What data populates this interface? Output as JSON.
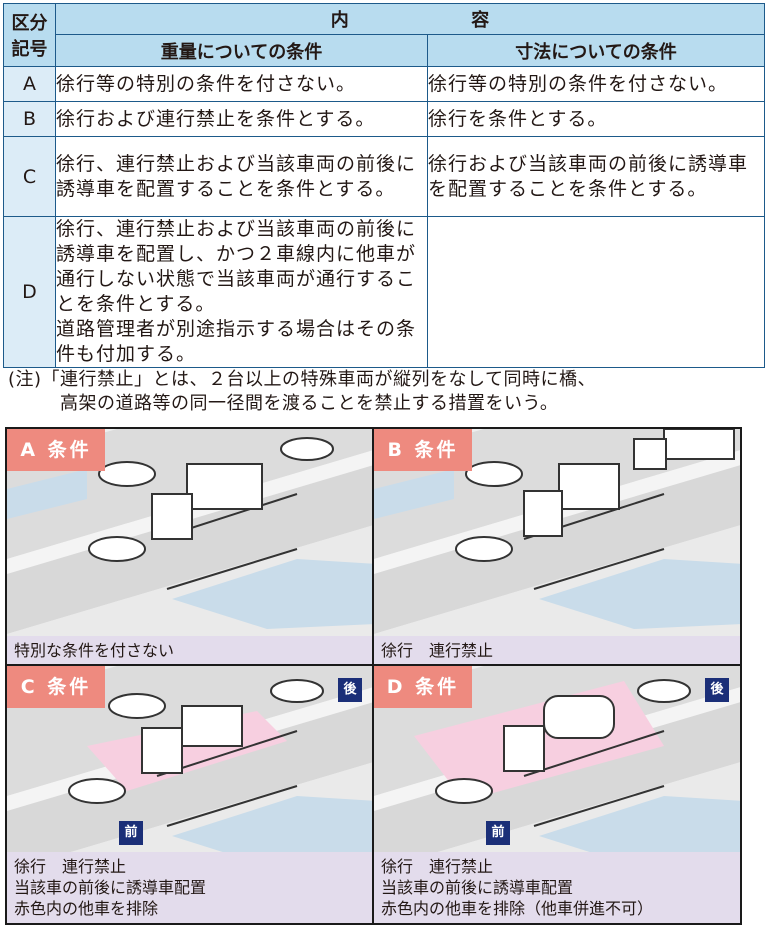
{
  "table": {
    "header_kubun": "区分",
    "header_kigo": "記号",
    "header_naiyou_1": "内",
    "header_naiyou_2": "容",
    "header_weight": "重量についての条件",
    "header_dimension": "寸法についての条件",
    "rows": [
      {
        "code": "A",
        "weight": "徐行等の特別の条件を付さない。",
        "dimension": "徐行等の特別の条件を付さない。"
      },
      {
        "code": "B",
        "weight": "徐行および連行禁止を条件とする。",
        "dimension": "徐行を条件とする。"
      },
      {
        "code": "C",
        "weight": "徐行、連行禁止および当該車両の前後に誘導車を配置することを条件とする。",
        "dimension": "徐行および当該車両の前後に誘導車を配置することを条件とする。"
      },
      {
        "code": "D",
        "weight": "徐行、連行禁止および当該車両の前後に誘導車を配置し、かつ２車線内に他車が通行しない状態で当該車両が通行することを条件とする。",
        "weight_2": "道路管理者が別途指示する場合はその条件も付加する。",
        "dimension": ""
      }
    ]
  },
  "note": {
    "line1": "(注)「連行禁止」とは、２台以上の特殊車両が縦列をなして同時に橋、",
    "line2": "高架の道路等の同一径間を渡ることを禁止する措置をいう。"
  },
  "panels": {
    "a": {
      "tag": "A 条件",
      "caption": [
        "特別な条件を付さない"
      ]
    },
    "b": {
      "tag": "B 条件",
      "caption": [
        "徐行　連行禁止"
      ]
    },
    "c": {
      "tag": "C 条件",
      "caption": [
        "徐行　連行禁止",
        "当該車の前後に誘導車配置",
        "赤色内の他車を排除"
      ],
      "rear": "後",
      "front": "前"
    },
    "d": {
      "tag": "D 条件",
      "caption": [
        "徐行　連行禁止",
        "当該車の前後に誘導車配置",
        "赤色内の他車を排除（他車併進不可）"
      ],
      "rear": "後",
      "front": "前"
    }
  },
  "colors": {
    "header_bg": "#b8dcef",
    "code_bg": "#dcecf7",
    "border": "#1d5a8a",
    "tag_bg": "#ee8a7f",
    "caption_bg": "#e3dcec",
    "badge_bg": "#1b2f78",
    "zone_pink": "#f7cfe0",
    "water": "#c9dcea"
  }
}
